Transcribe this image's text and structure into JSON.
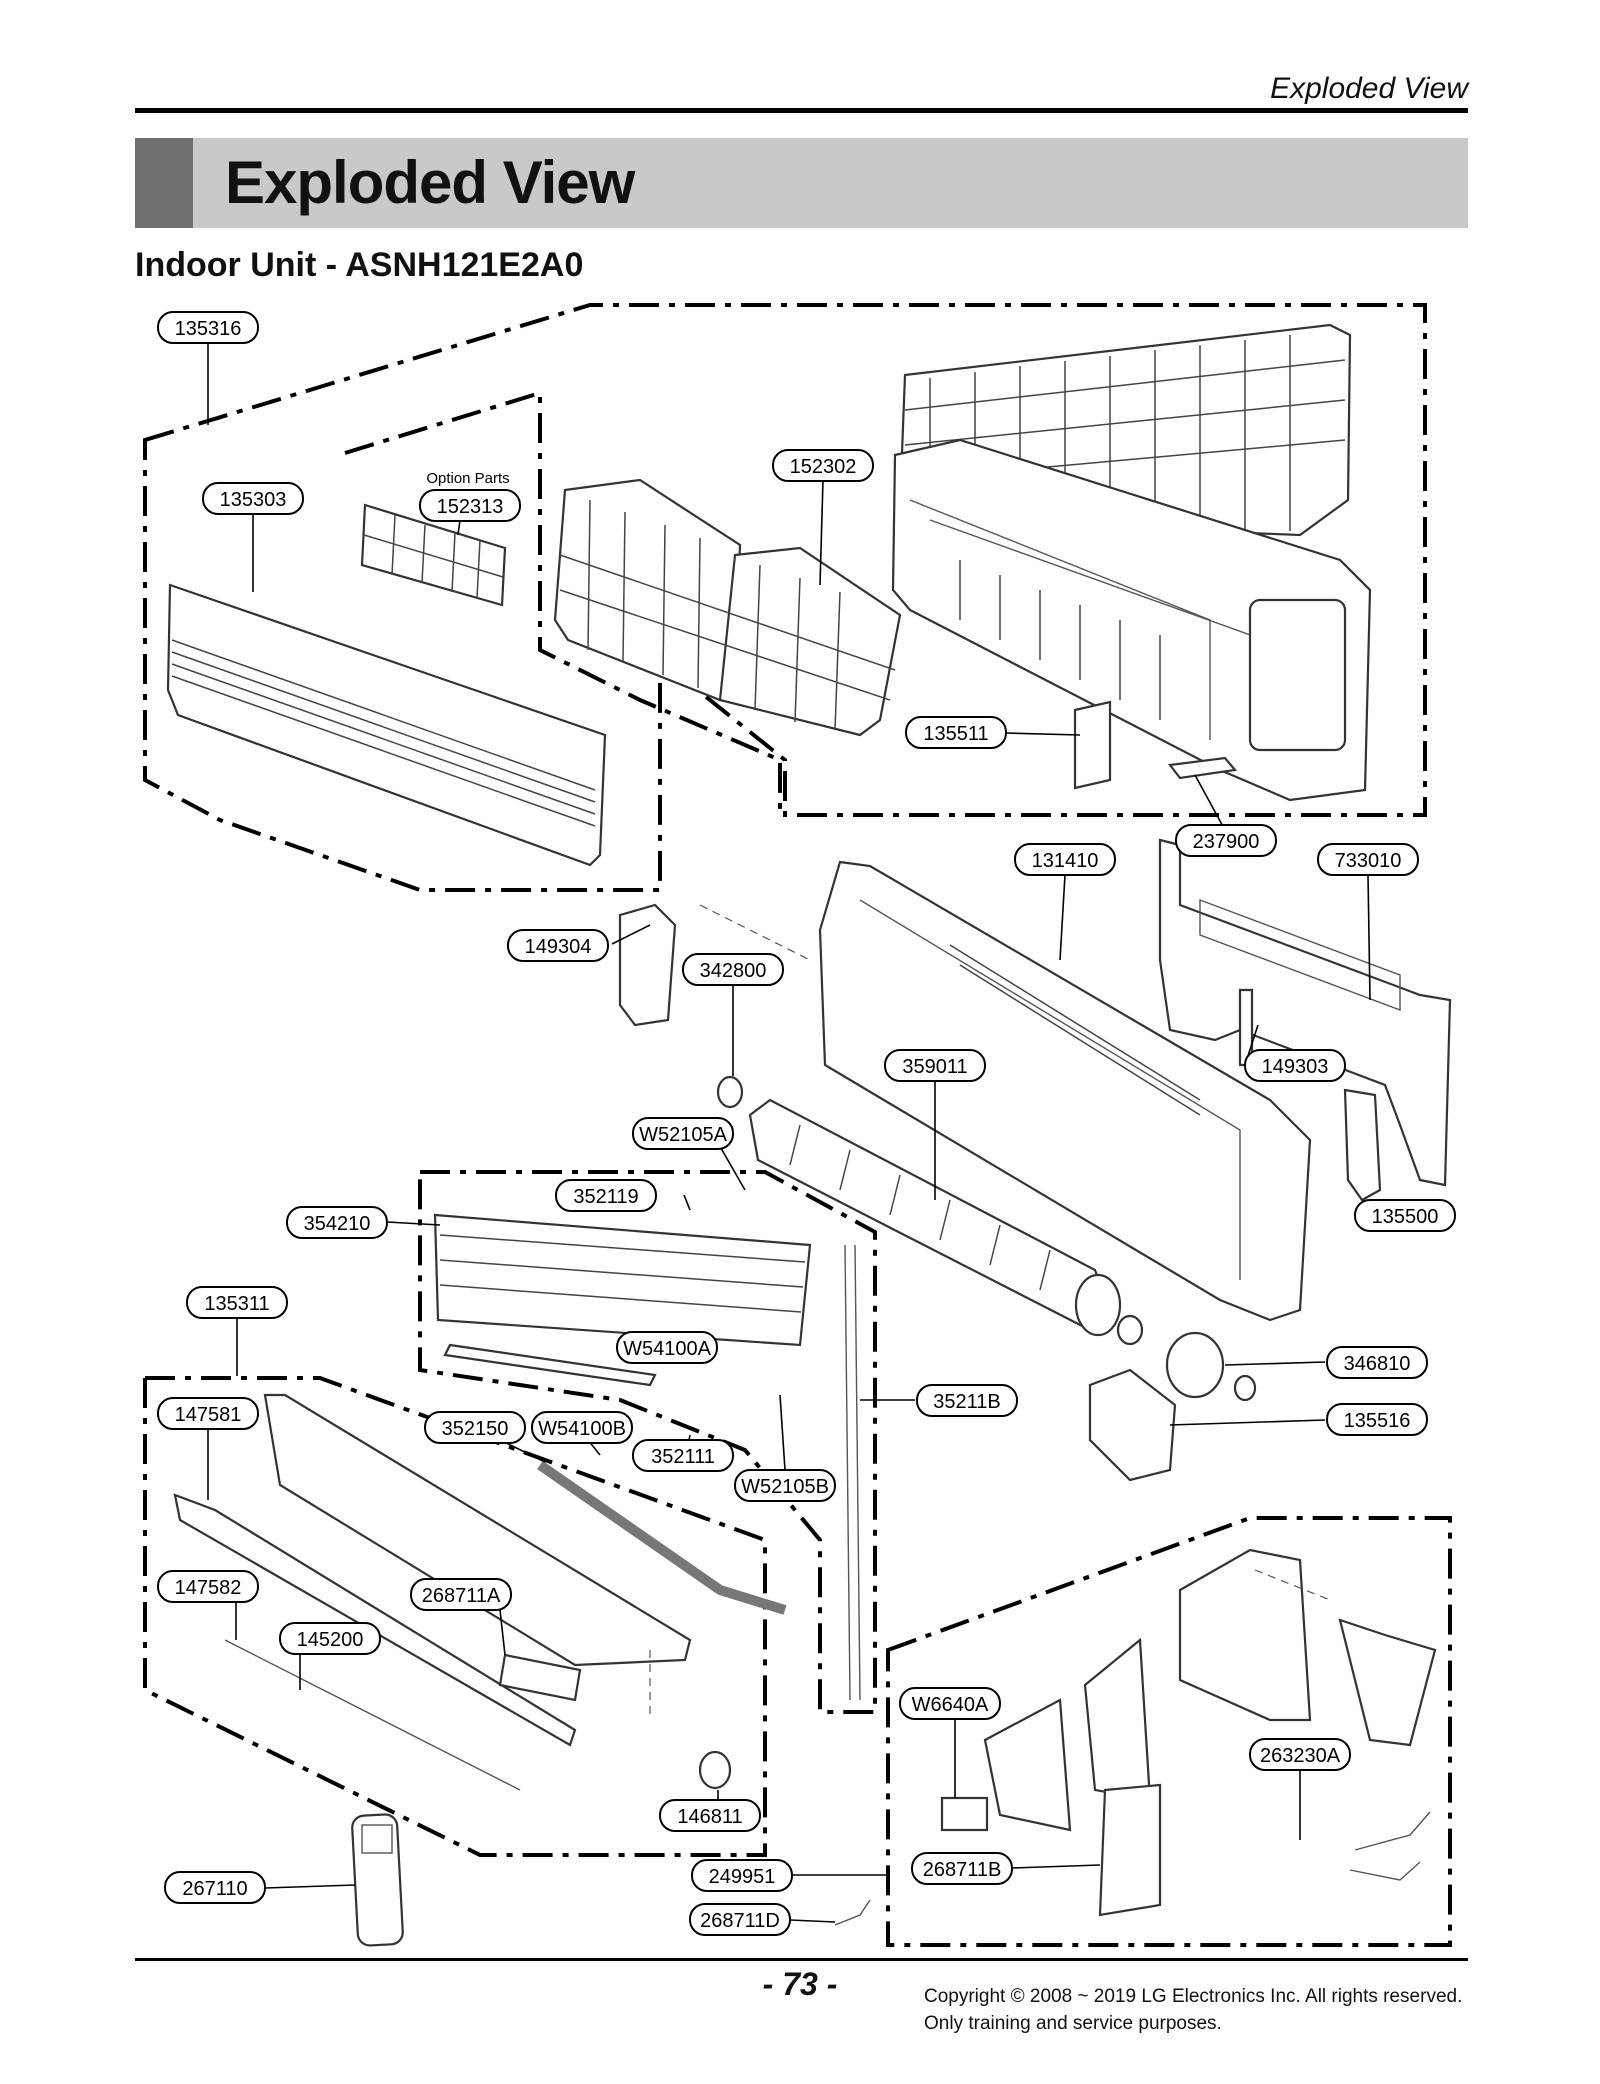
{
  "header": {
    "running_head": "Exploded View",
    "page_title": "Exploded View",
    "section_title": "Indoor Unit - ASNH121E2A0"
  },
  "diagram": {
    "option_parts_label": "Option Parts",
    "callouts": [
      "135316",
      "135303",
      "152313",
      "152302",
      "135511",
      "237900",
      "131410",
      "733010",
      "149304",
      "342800",
      "359011",
      "149303",
      "W52105A",
      "352119",
      "354210",
      "135500",
      "135311",
      "W54100A",
      "346810",
      "147581",
      "352150",
      "W54100B",
      "35211B",
      "135516",
      "352111",
      "W52105B",
      "147582",
      "268711A",
      "145200",
      "W6640A",
      "263230A",
      "146811",
      "267110",
      "249951",
      "268711B",
      "268711D"
    ]
  },
  "footer": {
    "page_number": "- 73 -",
    "copyright_line1": "Copyright © 2008 ~ 2019 LG Electronics Inc. All rights reserved.",
    "copyright_line2": "Only training and service purposes."
  }
}
